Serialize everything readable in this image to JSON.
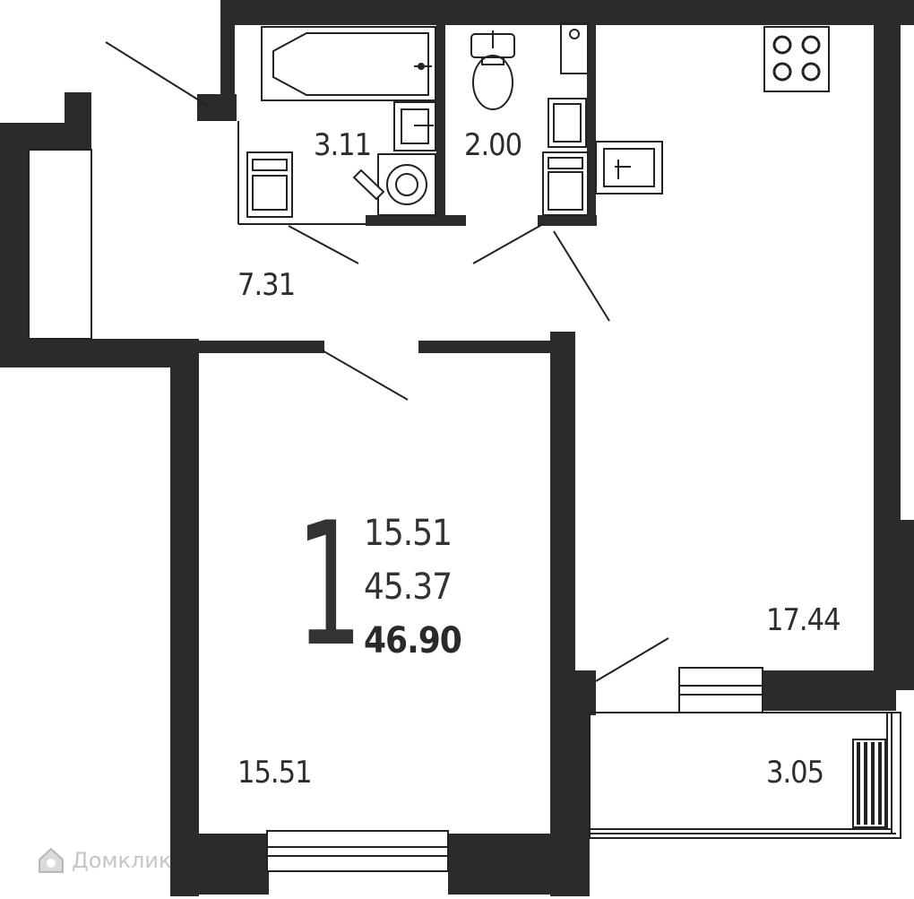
{
  "colors": {
    "wall": "#2b2b2b",
    "line": "#222222",
    "background": "#ffffff"
  },
  "rooms": {
    "bathroom": "3.11",
    "toilet": "2.00",
    "hall": "7.31",
    "kitchen_living": "17.44",
    "bedroom": "15.51",
    "balcony": "3.05"
  },
  "summary": {
    "rooms_count": "1",
    "living_area": "15.51",
    "area": "45.37",
    "total_area": "46.90"
  },
  "watermark": {
    "text": "Домклик",
    "icon": "house-icon"
  },
  "fixtures": [
    "bathtub-icon",
    "sink-icon",
    "washing-machine-icon",
    "toilet-icon",
    "stove-icon",
    "kitchen-sink-icon",
    "radiator-icon"
  ]
}
